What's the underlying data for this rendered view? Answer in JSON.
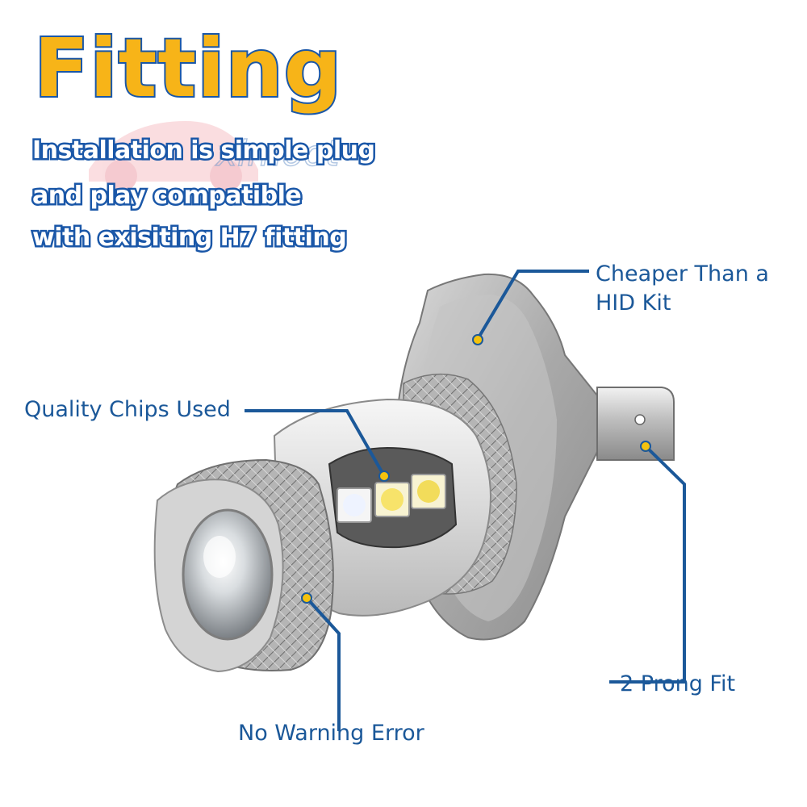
{
  "watermark": "ximoot",
  "headline": "Fitting",
  "intro_lines": [
    "Installation is simple plug",
    "and play compatible",
    "with exisiting H7 fitting"
  ],
  "callouts": {
    "cheaper": [
      "Cheaper Than a",
      "HID Kit"
    ],
    "chips": "Quality Chips Used",
    "prong": "2 Prong Fit",
    "warning": "No Warning Error"
  },
  "colors": {
    "accent_blue": "#1b5899",
    "headline_yellow": "#f7b418",
    "marker_yellow": "#f4c20d"
  }
}
